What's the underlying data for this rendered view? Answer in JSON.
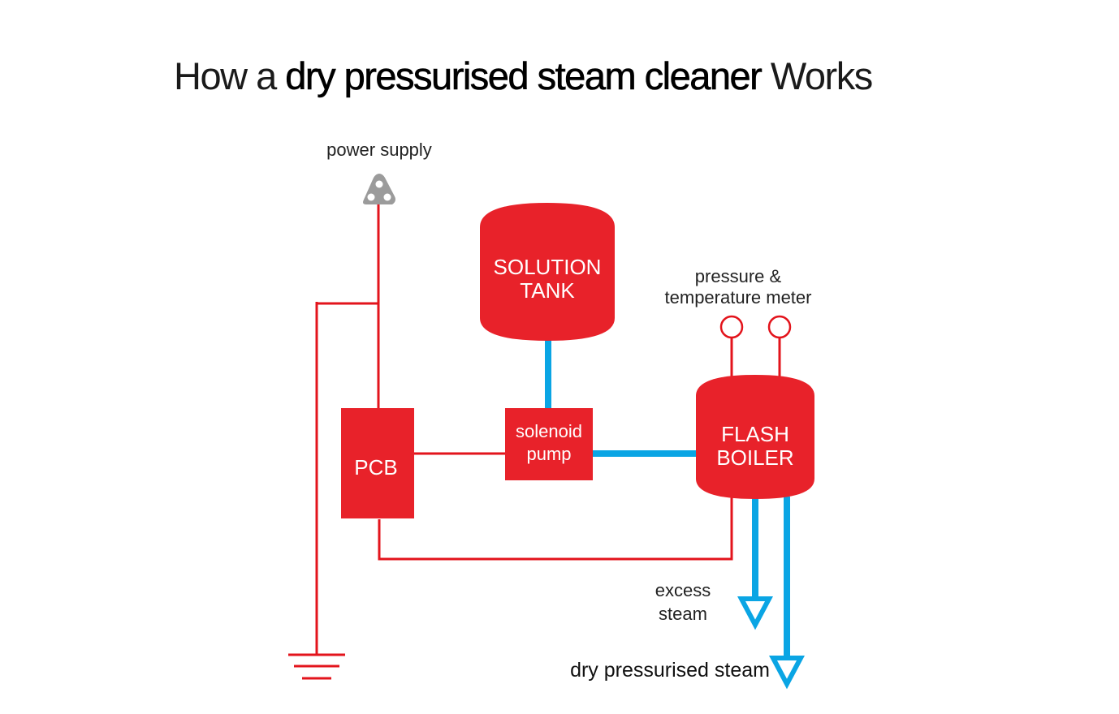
{
  "title": {
    "prefix": "How a ",
    "emphasis": "dry pressurised steam cleaner",
    "suffix": " Works"
  },
  "labels": {
    "power_supply": "power supply",
    "meter_line1": "pressure &",
    "meter_line2": "temperature meter",
    "excess_line1": "excess",
    "excess_line2": "steam",
    "output": "dry pressurised steam"
  },
  "components": {
    "solution_tank": {
      "line1": "SOLUTION",
      "line2": "TANK"
    },
    "pcb": {
      "label": "PCB"
    },
    "solenoid_pump": {
      "line1": "solenoid",
      "line2": "pump"
    },
    "flash_boiler": {
      "line1": "FLASH",
      "line2": "BOILER"
    }
  },
  "icons": {
    "power_supply": "power-plug-icon",
    "ground": "ground-symbol-icon",
    "meters": "gauge-icon",
    "arrows": "down-arrow-icon"
  },
  "colors": {
    "component": "#e8222a",
    "wire": "#e3141c",
    "pipe": "#0aa5e4",
    "plug": "#9b9b9b"
  }
}
